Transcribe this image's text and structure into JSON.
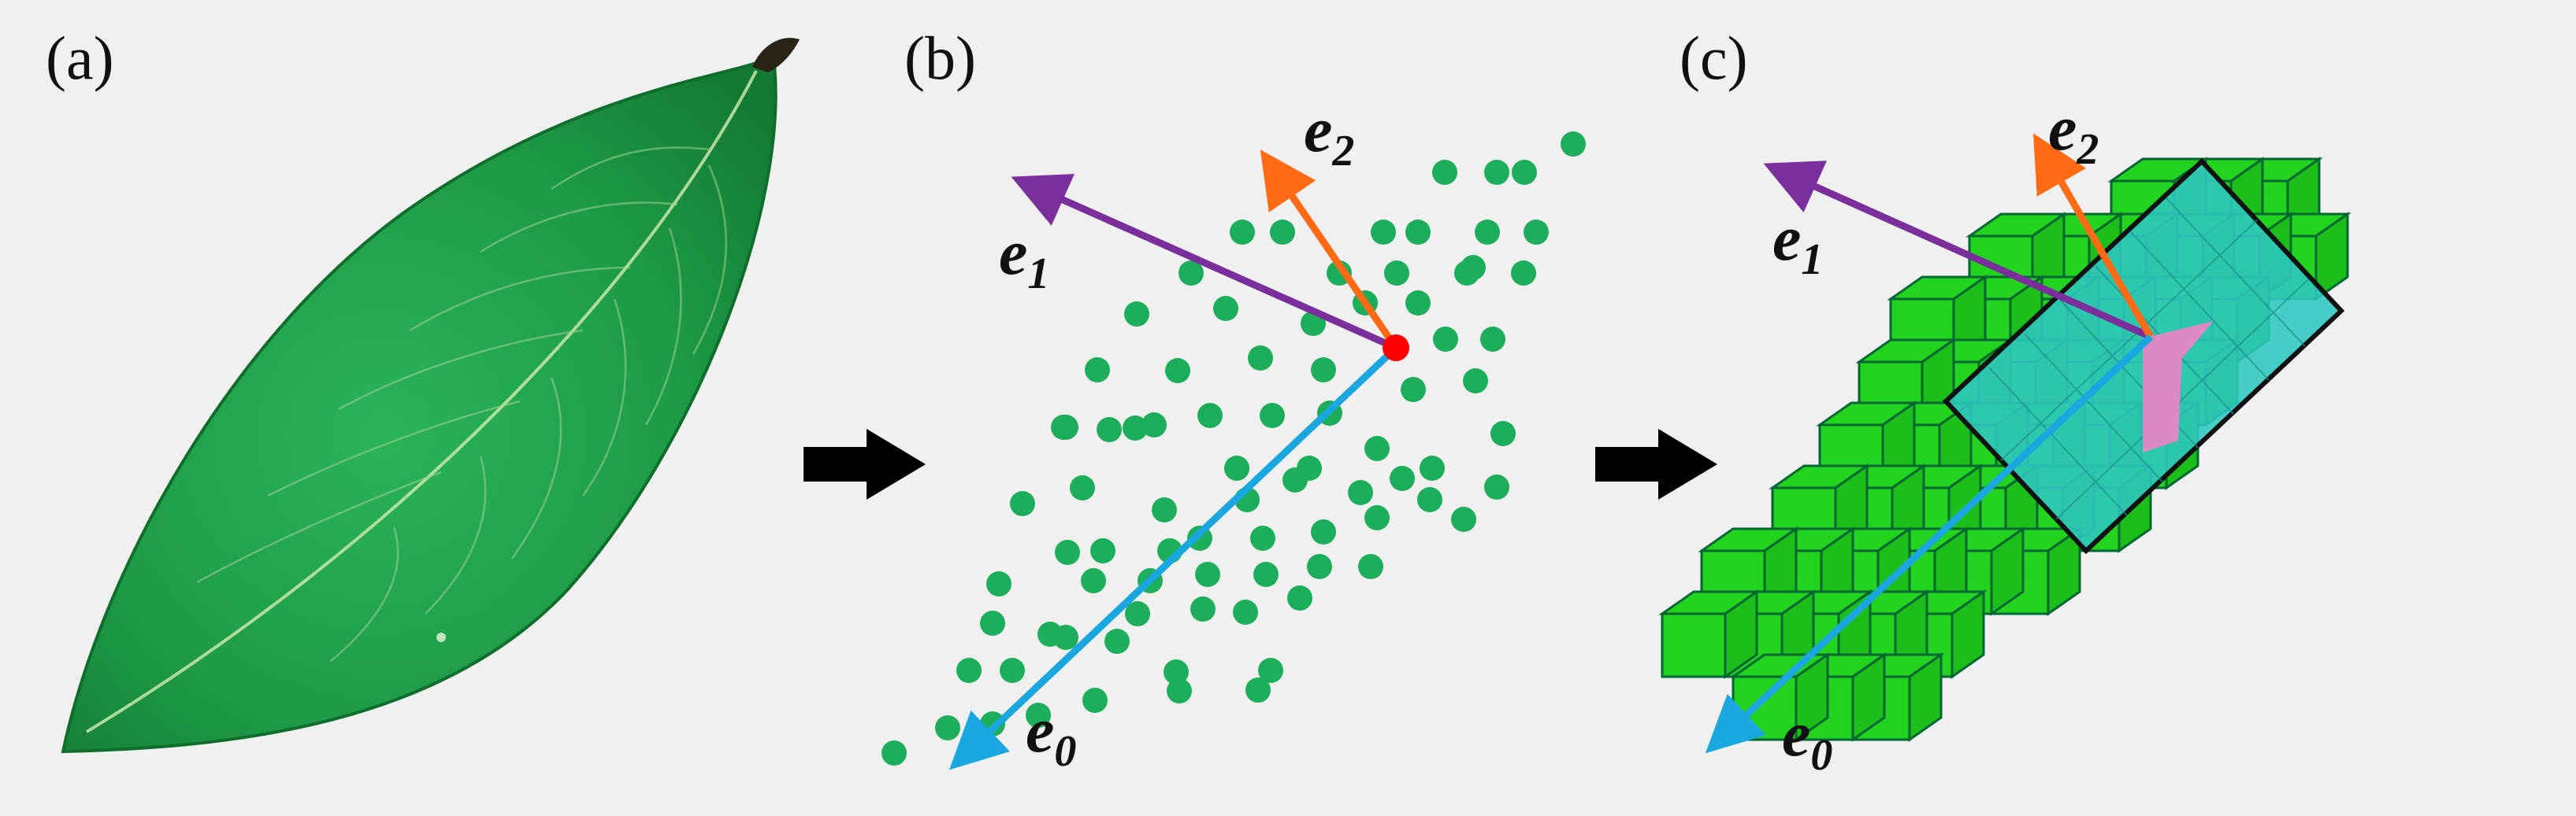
{
  "panels": {
    "a": {
      "label": "(a)"
    },
    "b": {
      "label": "(b)"
    },
    "c": {
      "label": "(c)"
    }
  },
  "vectors": {
    "e0": {
      "base": "e",
      "sub": "0",
      "color": "#1aa7e0"
    },
    "e1": {
      "base": "e",
      "sub": "1",
      "color": "#7a2f9c"
    },
    "e2": {
      "base": "e",
      "sub": "2",
      "color": "#ff6a14"
    }
  },
  "colors": {
    "leaf": "#1f9a45",
    "points": "#1cae5a",
    "center_point": "#ff0000",
    "voxel": "#22d41e",
    "plane": "#2ec7c0",
    "plane_highlight": "#ef83c6",
    "arrow_block": "#000000",
    "background": "#f0f0f0"
  },
  "icons": [
    "leaf-image",
    "arrow-right-icon"
  ]
}
